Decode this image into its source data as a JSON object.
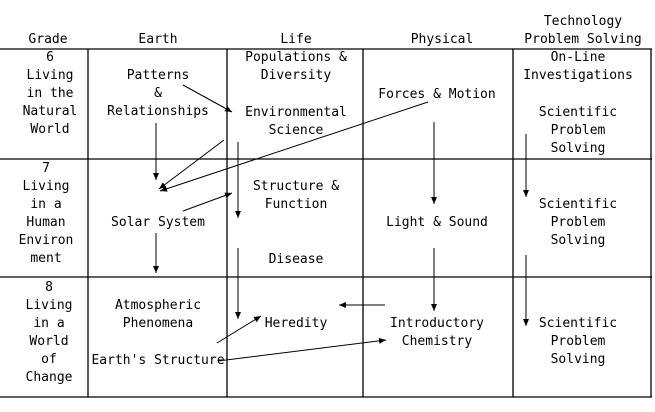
{
  "headers": {
    "grade": "Grade",
    "earth": "Earth",
    "life": "Life",
    "physical": "Physical",
    "technology": [
      "Technology",
      "Problem Solving"
    ]
  },
  "rows": [
    {
      "grade": [
        "6",
        "Living",
        "in the",
        "Natural",
        "World"
      ],
      "earth": [
        "Patterns",
        "&",
        "Relationships"
      ],
      "life_a": [
        "Populations &",
        "Diversity"
      ],
      "life_b": [
        "Environmental",
        "Science"
      ],
      "physical": [
        "Forces & Motion"
      ],
      "tech_a": [
        "On-Line",
        "Investigations"
      ],
      "tech_b": [
        "Scientific",
        "Problem",
        "Solving"
      ]
    },
    {
      "grade": [
        "7",
        "Living",
        "in a",
        "Human",
        "Environ",
        "ment"
      ],
      "earth": [
        "Solar System"
      ],
      "life_a": [
        "Structure &",
        "Function"
      ],
      "life_b": [
        "Disease"
      ],
      "physical": [
        "Light & Sound"
      ],
      "tech": [
        "Scientific",
        "Problem",
        "Solving"
      ]
    },
    {
      "grade": [
        "8",
        "Living",
        "in a",
        "World",
        "of",
        "Change"
      ],
      "earth_a": [
        "Atmospheric",
        "Phenomena"
      ],
      "earth_b": [
        "Earth's Structure"
      ],
      "life": [
        "Heredity"
      ],
      "physical": [
        "Introductory",
        "Chemistry"
      ],
      "tech": [
        "Scientific",
        "Problem",
        "Solving"
      ]
    }
  ]
}
